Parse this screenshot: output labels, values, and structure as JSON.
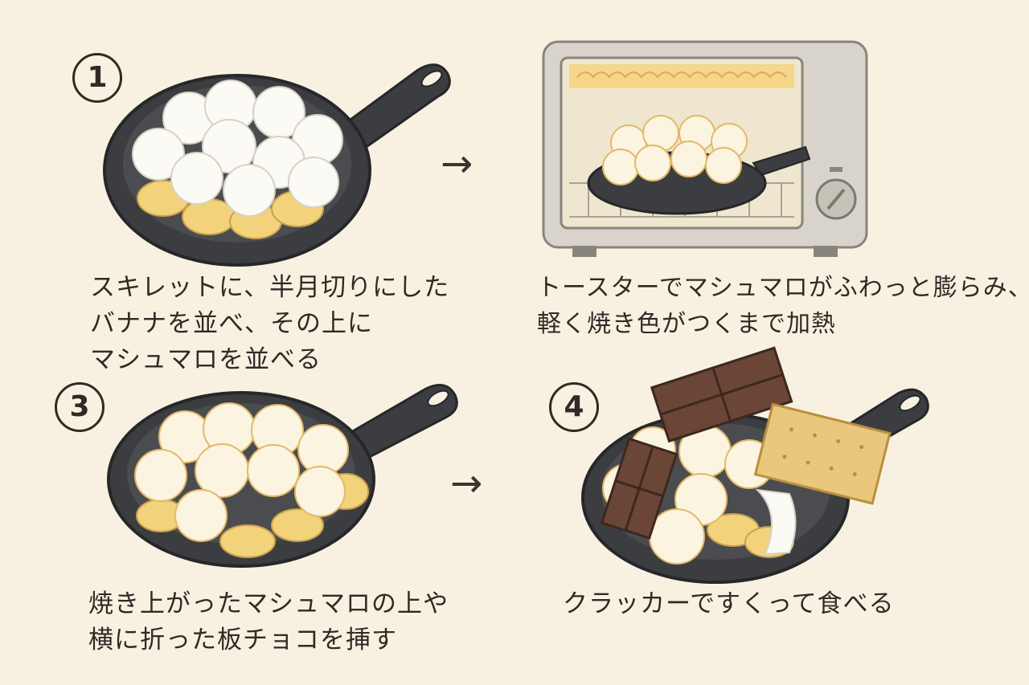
{
  "steps": [
    {
      "number": "1",
      "caption_lines": [
        "スキレットに、半月切りにした",
        "バナナを並べ、その上に",
        "マシュマロを並べる"
      ]
    },
    {
      "number": "",
      "caption_lines": [
        "トースターでマシュマロがふわっと膨らみ、",
        "軽く焼き色がつくまで加熱"
      ]
    },
    {
      "number": "3",
      "caption_lines": [
        "焼き上がったマシュマロの上や",
        "横に折った板チョコを挿す"
      ]
    },
    {
      "number": "4",
      "caption_lines": [
        "クラッカーですくって食べる"
      ]
    }
  ],
  "arrows": [
    "→",
    "→"
  ],
  "colors": {
    "background": "#f8f1e1",
    "skillet": "#3b3d40",
    "marshmallow": "#fbfaf4",
    "banana": "#f2d27a",
    "chocolate": "#6b4536",
    "cracker": "#e9c77d",
    "oven": "#d8d4cc"
  }
}
